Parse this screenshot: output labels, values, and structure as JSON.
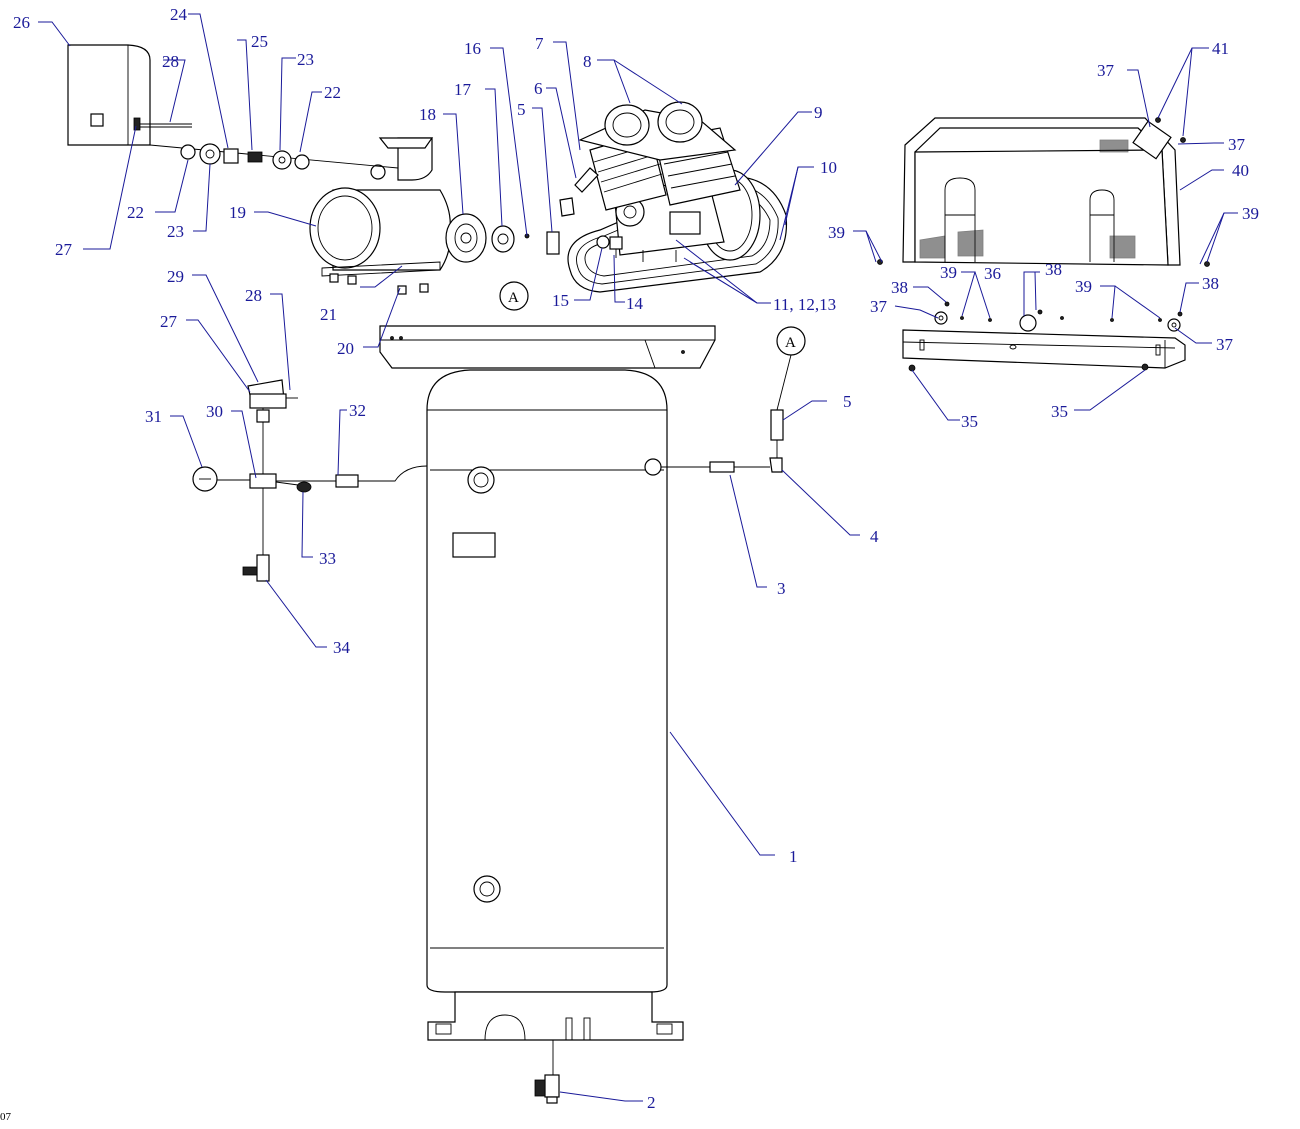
{
  "diagram": {
    "kind": "exploded-parts-view",
    "connection_marker": "A",
    "page_mark": "07",
    "callouts": [
      "1",
      "2",
      "3",
      "4",
      "5",
      "5",
      "6",
      "7",
      "8",
      "9",
      "10",
      "11, 12,13",
      "14",
      "15",
      "16",
      "17",
      "18",
      "19",
      "20",
      "21",
      "22",
      "22",
      "23",
      "23",
      "24",
      "25",
      "26",
      "27",
      "27",
      "28",
      "28",
      "29",
      "30",
      "31",
      "32",
      "33",
      "34",
      "35",
      "35",
      "36",
      "37",
      "37",
      "37",
      "37",
      "38",
      "38",
      "38",
      "39",
      "39",
      "39",
      "39",
      "40",
      "41"
    ],
    "colors": {
      "line": "#000000",
      "label": "#1a1a99",
      "background": "#ffffff"
    }
  }
}
